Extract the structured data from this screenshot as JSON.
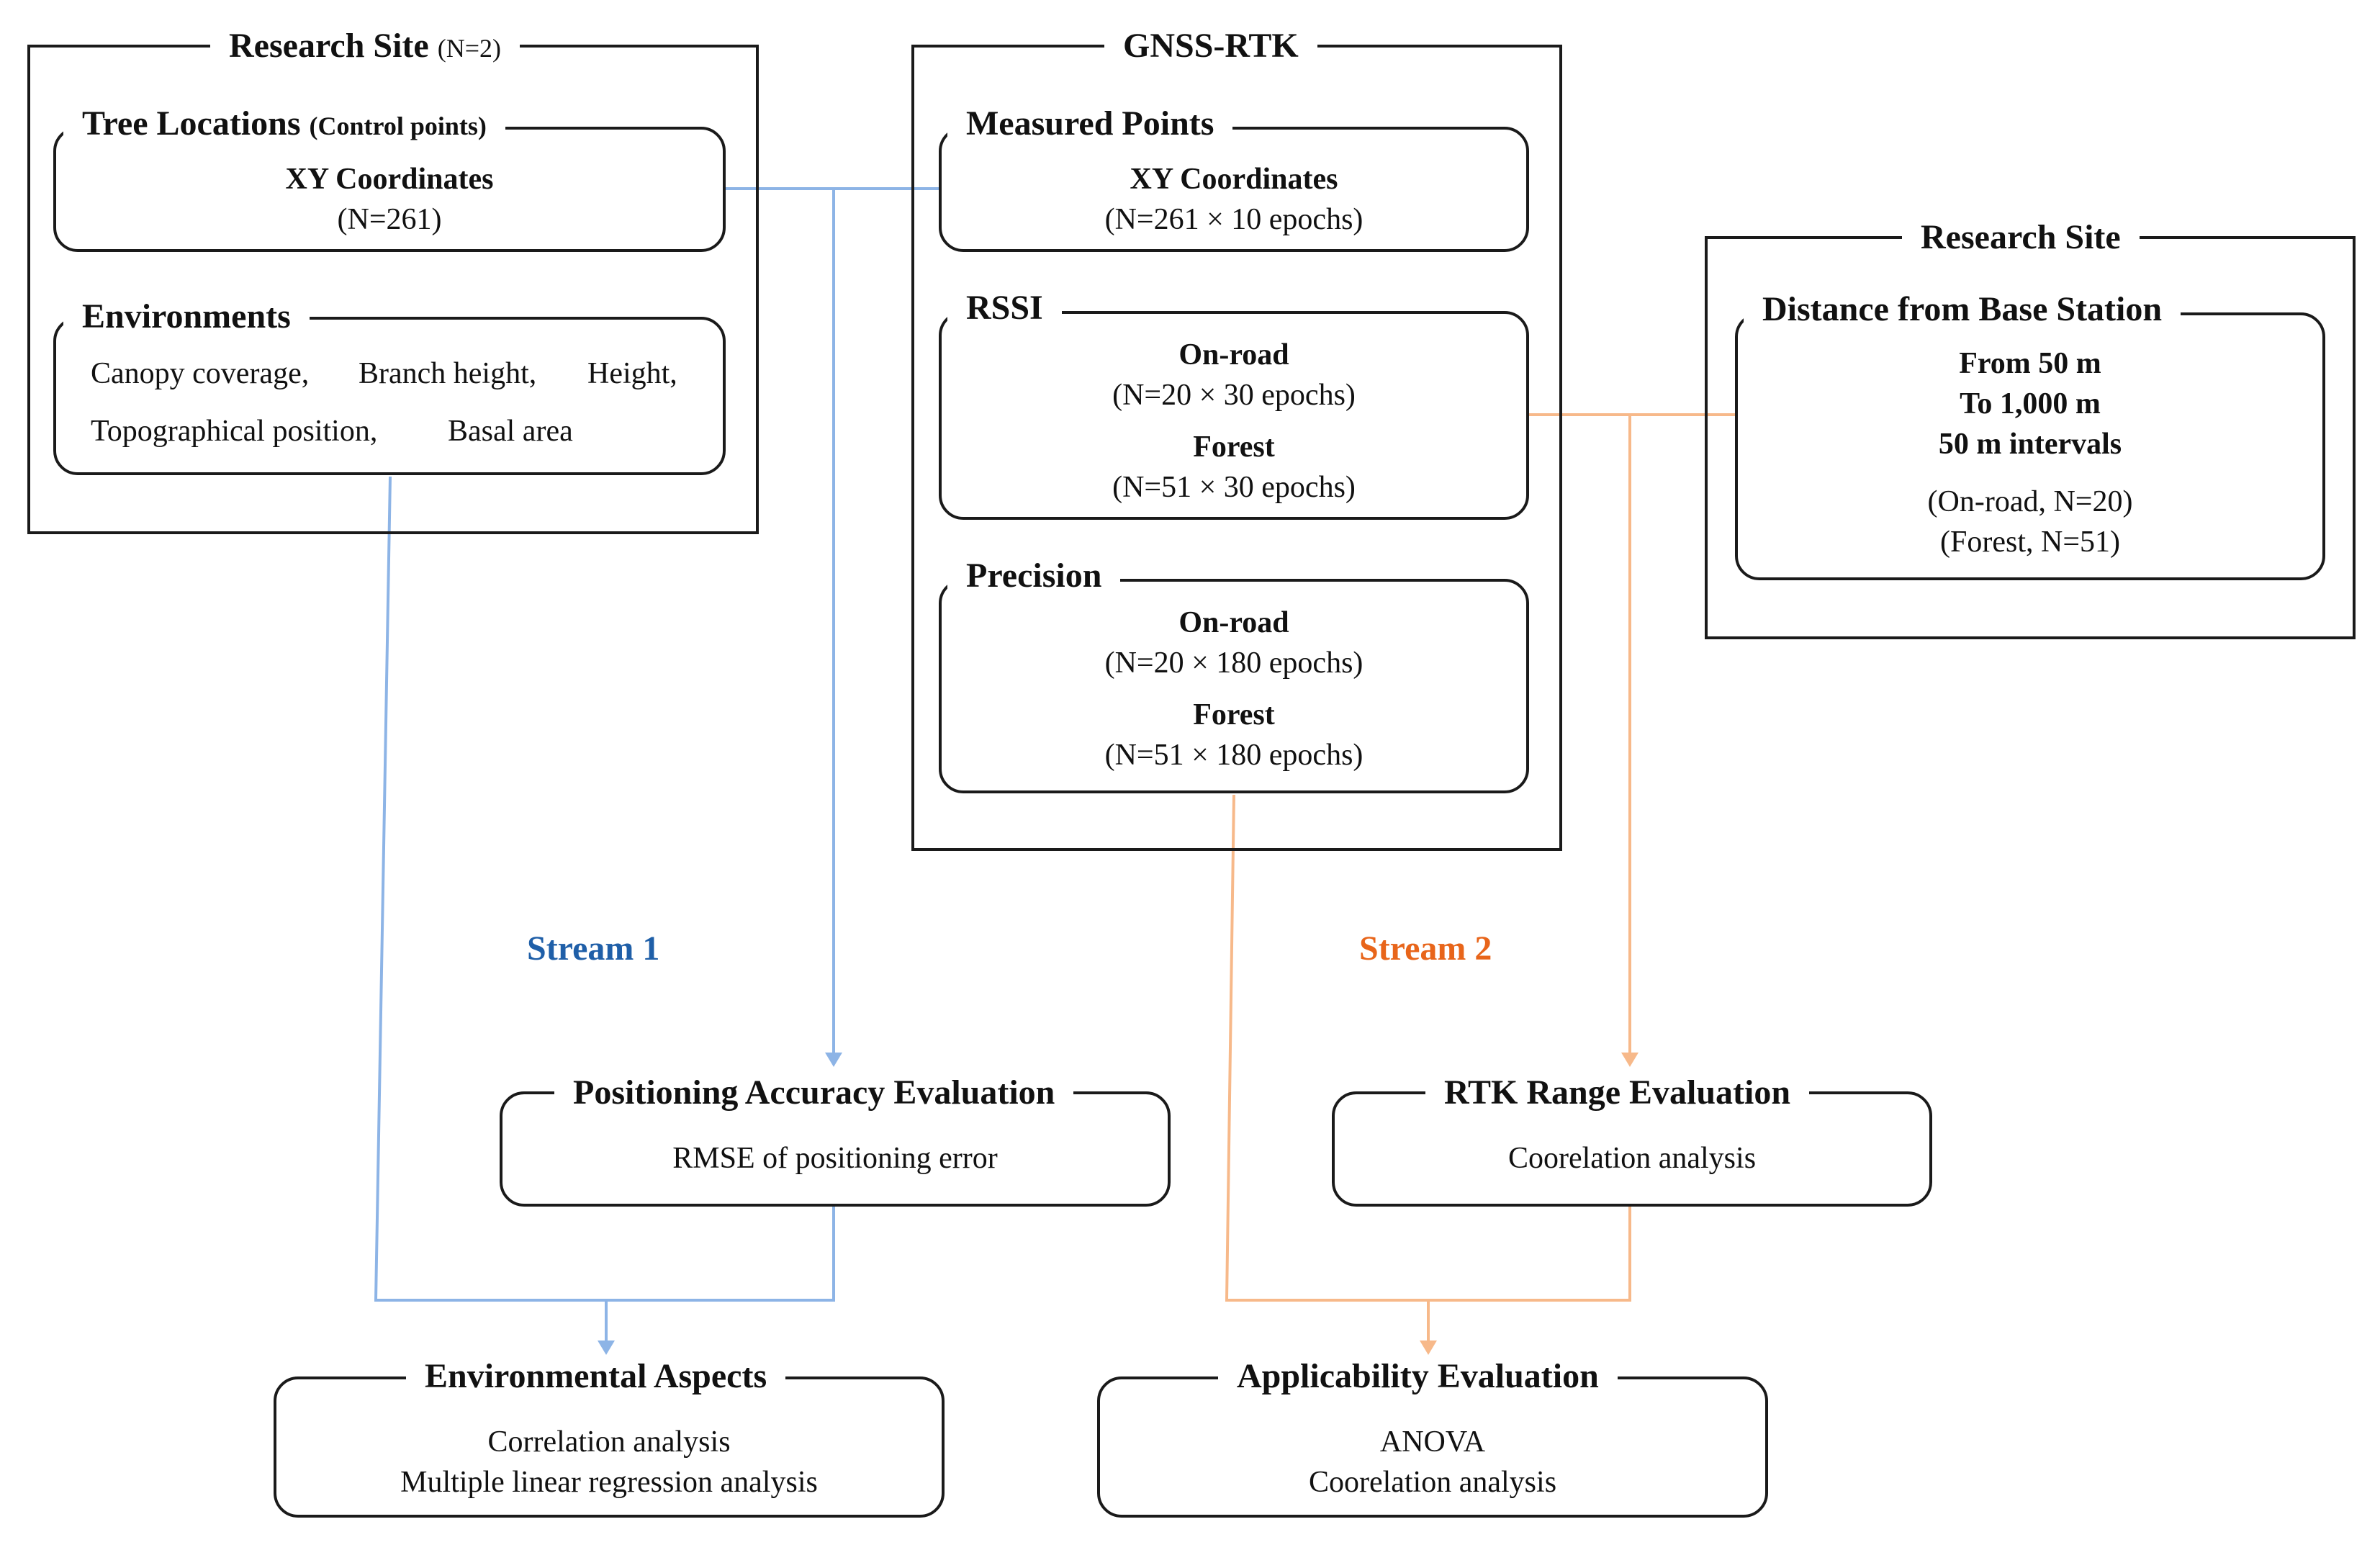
{
  "colors": {
    "stream1": "#1f5fa8",
    "stream2": "#e8651a",
    "stream1_line": "#8db4e6",
    "stream2_line": "#f7b98a",
    "border": "#1a1a1a"
  },
  "research_site_left": {
    "title": "Research Site",
    "note": "(N=2)",
    "tree_locations": {
      "title": "Tree Locations",
      "note": "(Control points)",
      "coords_label": "XY Coordinates",
      "count": "(N=261)"
    },
    "environments": {
      "title": "Environments",
      "line1": [
        "Canopy coverage,",
        "Branch height,",
        "Height,"
      ],
      "line2": [
        "Topographical position,",
        "Basal area"
      ]
    }
  },
  "gnss_rtk": {
    "title": "GNSS-RTK",
    "measured_points": {
      "title": "Measured Points",
      "coords_label": "XY Coordinates",
      "count": "(N=261 × 10 epochs)"
    },
    "rssi": {
      "title": "RSSI",
      "onroad_label": "On-road",
      "onroad_count": "(N=20 × 30 epochs)",
      "forest_label": "Forest",
      "forest_count": "(N=51 × 30 epochs)"
    },
    "precision": {
      "title": "Precision",
      "onroad_label": "On-road",
      "onroad_count": "(N=20 × 180 epochs)",
      "forest_label": "Forest",
      "forest_count": "(N=51 × 180 epochs)"
    }
  },
  "research_site_right": {
    "title": "Research Site",
    "distance": {
      "title": "Distance from Base Station",
      "line1": "From 50 m",
      "line2": "To 1,000 m",
      "line3": "50 m intervals",
      "onroad": "(On-road, N=20)",
      "forest": "(Forest, N=51)"
    }
  },
  "streams": {
    "stream1": "Stream 1",
    "stream2": "Stream 2"
  },
  "evaluations": {
    "positioning": {
      "title": "Positioning Accuracy Evaluation",
      "body": "RMSE of positioning error"
    },
    "rtk_range": {
      "title": "RTK Range Evaluation",
      "body": "Coorelation analysis"
    },
    "environmental": {
      "title": "Environmental Aspects",
      "line1": "Correlation analysis",
      "line2": "Multiple linear regression analysis"
    },
    "applicability": {
      "title": "Applicability Evaluation",
      "line1": "ANOVA",
      "line2": "Coorelation analysis"
    }
  }
}
